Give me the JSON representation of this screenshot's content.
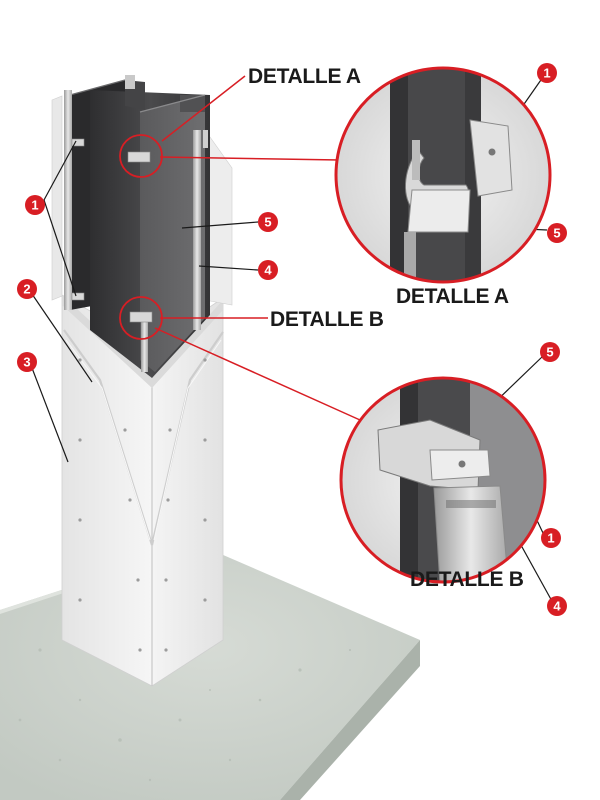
{
  "labels": {
    "detalle_a": "DETALLE A",
    "detalle_b": "DETALLE B"
  },
  "callouts": {
    "n1": "1",
    "n2": "2",
    "n3": "3",
    "n4": "4",
    "n5": "5"
  },
  "colors": {
    "accent": "#d81e24",
    "steel_dark": "#3c3c3e",
    "board": "#eeeeee",
    "concrete": "#cfd5cf"
  }
}
